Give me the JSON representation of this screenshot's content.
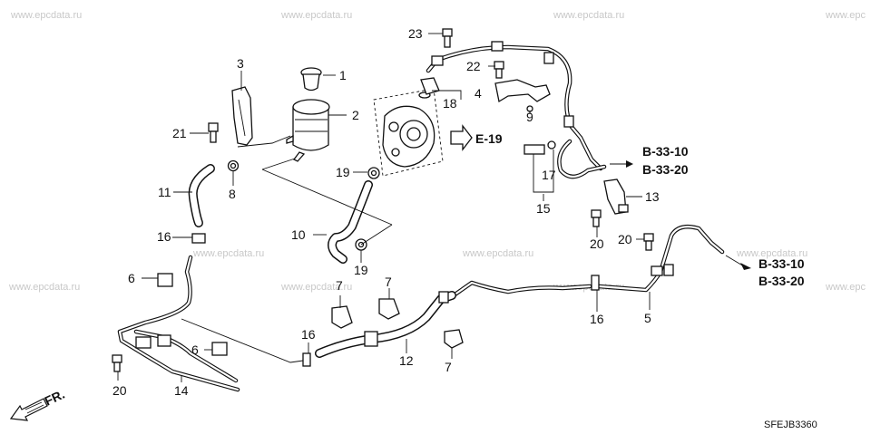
{
  "watermark": "www.epcdata.ru",
  "watermark_partial": "www.epc",
  "diagram_code": "SFEJB3360",
  "front_label": "FR.",
  "refs": {
    "e19": "E-19",
    "b33_10_a": "B-33-10",
    "b33_20_a": "B-33-20",
    "b33_10_b": "B-33-10",
    "b33_20_b": "B-33-20"
  },
  "labels": {
    "p1": "1",
    "p2": "2",
    "p3": "3",
    "p4": "4",
    "p5": "5",
    "p6a": "6",
    "p6b": "6",
    "p7a": "7",
    "p7b": "7",
    "p8": "8",
    "p9": "9",
    "p10": "10",
    "p11": "11",
    "p12": "12",
    "p13": "13",
    "p14": "14",
    "p15": "15",
    "p16a": "16",
    "p16b": "16",
    "p16c": "16",
    "p17": "17",
    "p18": "18",
    "p19a": "19",
    "p19b": "19",
    "p20a": "20",
    "p20b": "20",
    "p20c": "20",
    "p21": "21",
    "p22": "22",
    "p23": "23"
  }
}
